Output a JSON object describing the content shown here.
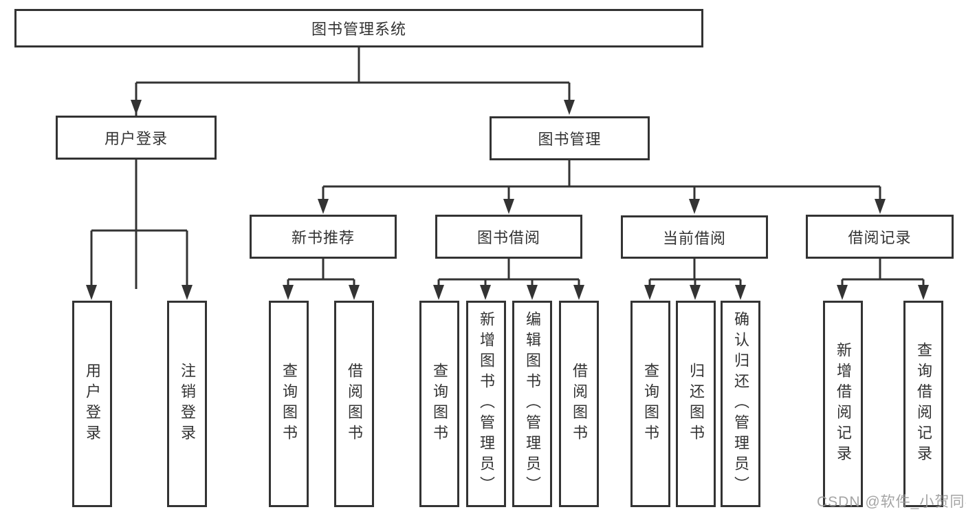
{
  "diagram": {
    "root": "图书管理系统",
    "level2": {
      "user_login": "用户登录",
      "book_mgmt": "图书管理"
    },
    "level3": {
      "new_books": "新书推荐",
      "book_borrow": "图书借阅",
      "current_borrow": "当前借阅",
      "borrow_records": "借阅记录"
    },
    "leaves": {
      "user_login": [
        "用户登录",
        "注销登录"
      ],
      "new_books": [
        "查询图书",
        "借阅图书"
      ],
      "book_borrow": [
        "查询图书",
        "新增图书（管理员）",
        "编辑图书（管理员）",
        "借阅图书"
      ],
      "current_borrow": [
        "查询图书",
        "归还图书",
        "确认归还（管理员）"
      ],
      "borrow_records": [
        "新增借阅记录",
        "查询借阅记录"
      ]
    }
  },
  "watermark": "CSDN @软件_小贺同学",
  "colors": {
    "line": "#333333",
    "text": "#333333",
    "background": "#ffffff",
    "watermark": "#9b9b9b"
  }
}
